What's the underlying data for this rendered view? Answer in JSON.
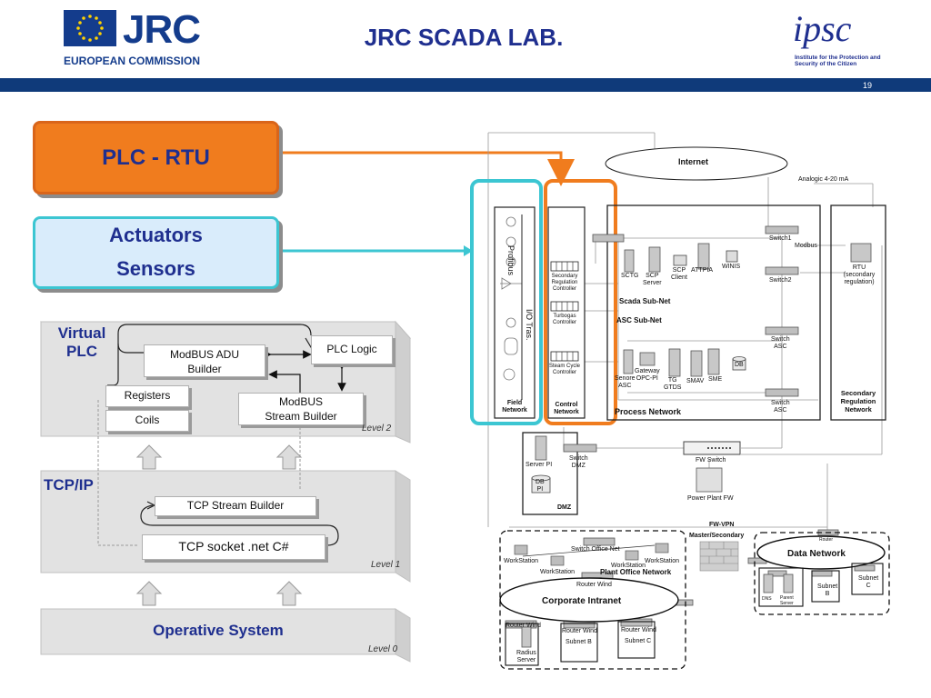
{
  "header": {
    "title": "JRC SCADA LAB.",
    "page_number": "19",
    "jrc_logo_text": "JRC",
    "ec_text": "EUROPEAN COMMISSION",
    "ipsc_logo_text": "ipsc",
    "ipsc_subtitle": "Institute for the Protection and Security of the Citizen",
    "brand_color": "#1f2f8f",
    "band_color": "#0f3a7a"
  },
  "left": {
    "plc_rtu_label": "PLC - RTU",
    "actuators_label": "Actuators",
    "sensors_label": "Sensors",
    "virtual_plc": {
      "title_line1": "Virtual",
      "title_line2": "PLC",
      "adu_line1": "ModBUS ADU",
      "adu_line2": "Builder",
      "plc_logic": "PLC Logic",
      "registers": "Registers",
      "coils": "Coils",
      "stream_line1": "ModBUS",
      "stream_line2": "Stream Builder",
      "level": "Level 2"
    },
    "tcpip": {
      "title": "TCP/IP",
      "stream_builder": "TCP Stream Builder",
      "socket": "TCP socket .net C#",
      "level": "Level 1"
    },
    "os": {
      "title": "Operative System",
      "level": "Level 0"
    },
    "colors": {
      "orange": "#f07c1e",
      "cyan": "#3cc6d2",
      "panel": "#e2e2e2"
    }
  },
  "network": {
    "internet": "Internet",
    "analogic": "Analogic 4-20 mA",
    "profibus": "Profibus",
    "io_tras": "I/O Tras.",
    "field_network_1": "Field",
    "field_network_2": "Network",
    "control_network_1": "Control",
    "control_network_2": "Network",
    "sec_reg_ctrl": [
      "Secondary",
      "Regulation",
      "Controller"
    ],
    "turbogas_ctrl": [
      "Turbogas",
      "Controller"
    ],
    "steam_ctrl": [
      "Steam Cycle",
      "Controller"
    ],
    "sctg": "SCTG",
    "scp_server": [
      "SCP",
      "Server"
    ],
    "scp_client": [
      "SCP",
      "Client"
    ],
    "attpia": "ATTPIA",
    "winis": "WINIS",
    "switch1": "Switch1",
    "switch2": "Switch2",
    "modbus": "Modbus",
    "scada_subnet": "Scada Sub-Net",
    "asc_subnet": "ASC Sub-Net",
    "switch_asc": [
      "Switch",
      "ASC"
    ],
    "senore_asc": [
      "Senore",
      "ASC"
    ],
    "gateway": [
      "Gateway",
      "OPC-PI"
    ],
    "tg_gtds": [
      "TG",
      "GTDS"
    ],
    "smav": "SMAV",
    "sme": "SME",
    "db": "DB",
    "process_network": "Process Network",
    "rtu": [
      "RTU",
      "(secondary",
      "regulation)"
    ],
    "sec_reg_network": [
      "Secondary",
      "Regulation",
      "Network"
    ],
    "server_pi": "Server PI",
    "db_pi": [
      "DB",
      "PI"
    ],
    "switch_dmz": [
      "Switch",
      "DMZ"
    ],
    "dmz": "DMZ",
    "fw_switch": "FW Switch",
    "power_plant_fw": "Power Plant FW",
    "fw_vpn": "FW-VPN",
    "master_secondary": "Master/Secondary",
    "router": "Router",
    "data_network": "Data Network",
    "switch_office_net": "Switch Office Net",
    "workstation": "WorkStation",
    "plant_office_network": "Plant Office Network",
    "router_wind": "Router Wind",
    "corporate_intranet": "Corporate Intranet",
    "radius_server": [
      "Radius",
      "Server"
    ],
    "subnet_b": "Subnet B",
    "subnet_c": "Subnet C",
    "data_subnet_b": [
      "Subnet",
      "B"
    ],
    "data_subnet_c": [
      "Subnet",
      "C"
    ],
    "dns": "DNS",
    "parent_server": [
      "Parent",
      "Server"
    ]
  }
}
